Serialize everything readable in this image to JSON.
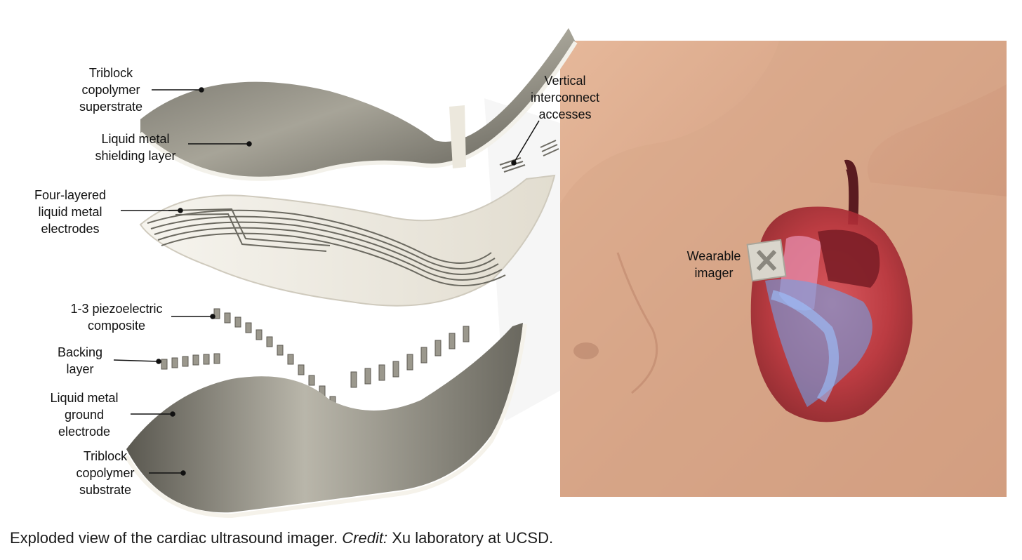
{
  "figure": {
    "labels": {
      "superstrate": "Triblock\ncopolymer\nsuperstrate",
      "shielding": "Liquid metal\nshielding layer",
      "electrodes": "Four-layered\nliquid metal\nelectrodes",
      "piezo": "1-3 piezoelectric\ncomposite",
      "backing": "Backing\nlayer",
      "ground": "Liquid metal\nground\nelectrode",
      "substrate": "Triblock\ncopolymer\nsubstrate",
      "vias": "Vertical\ninterconnect\naccesses",
      "wearable": "Wearable\nimager"
    }
  },
  "caption": {
    "lead": "Exploded view of the cardiac ultrasound imager.",
    "credit_label": "Credit:",
    "credit_text": "Xu laboratory at UCSD."
  },
  "colors": {
    "skin": "#d9a88a",
    "heart": "#b8303a",
    "metal": "#8c8a80",
    "film": "#f1efe8"
  }
}
